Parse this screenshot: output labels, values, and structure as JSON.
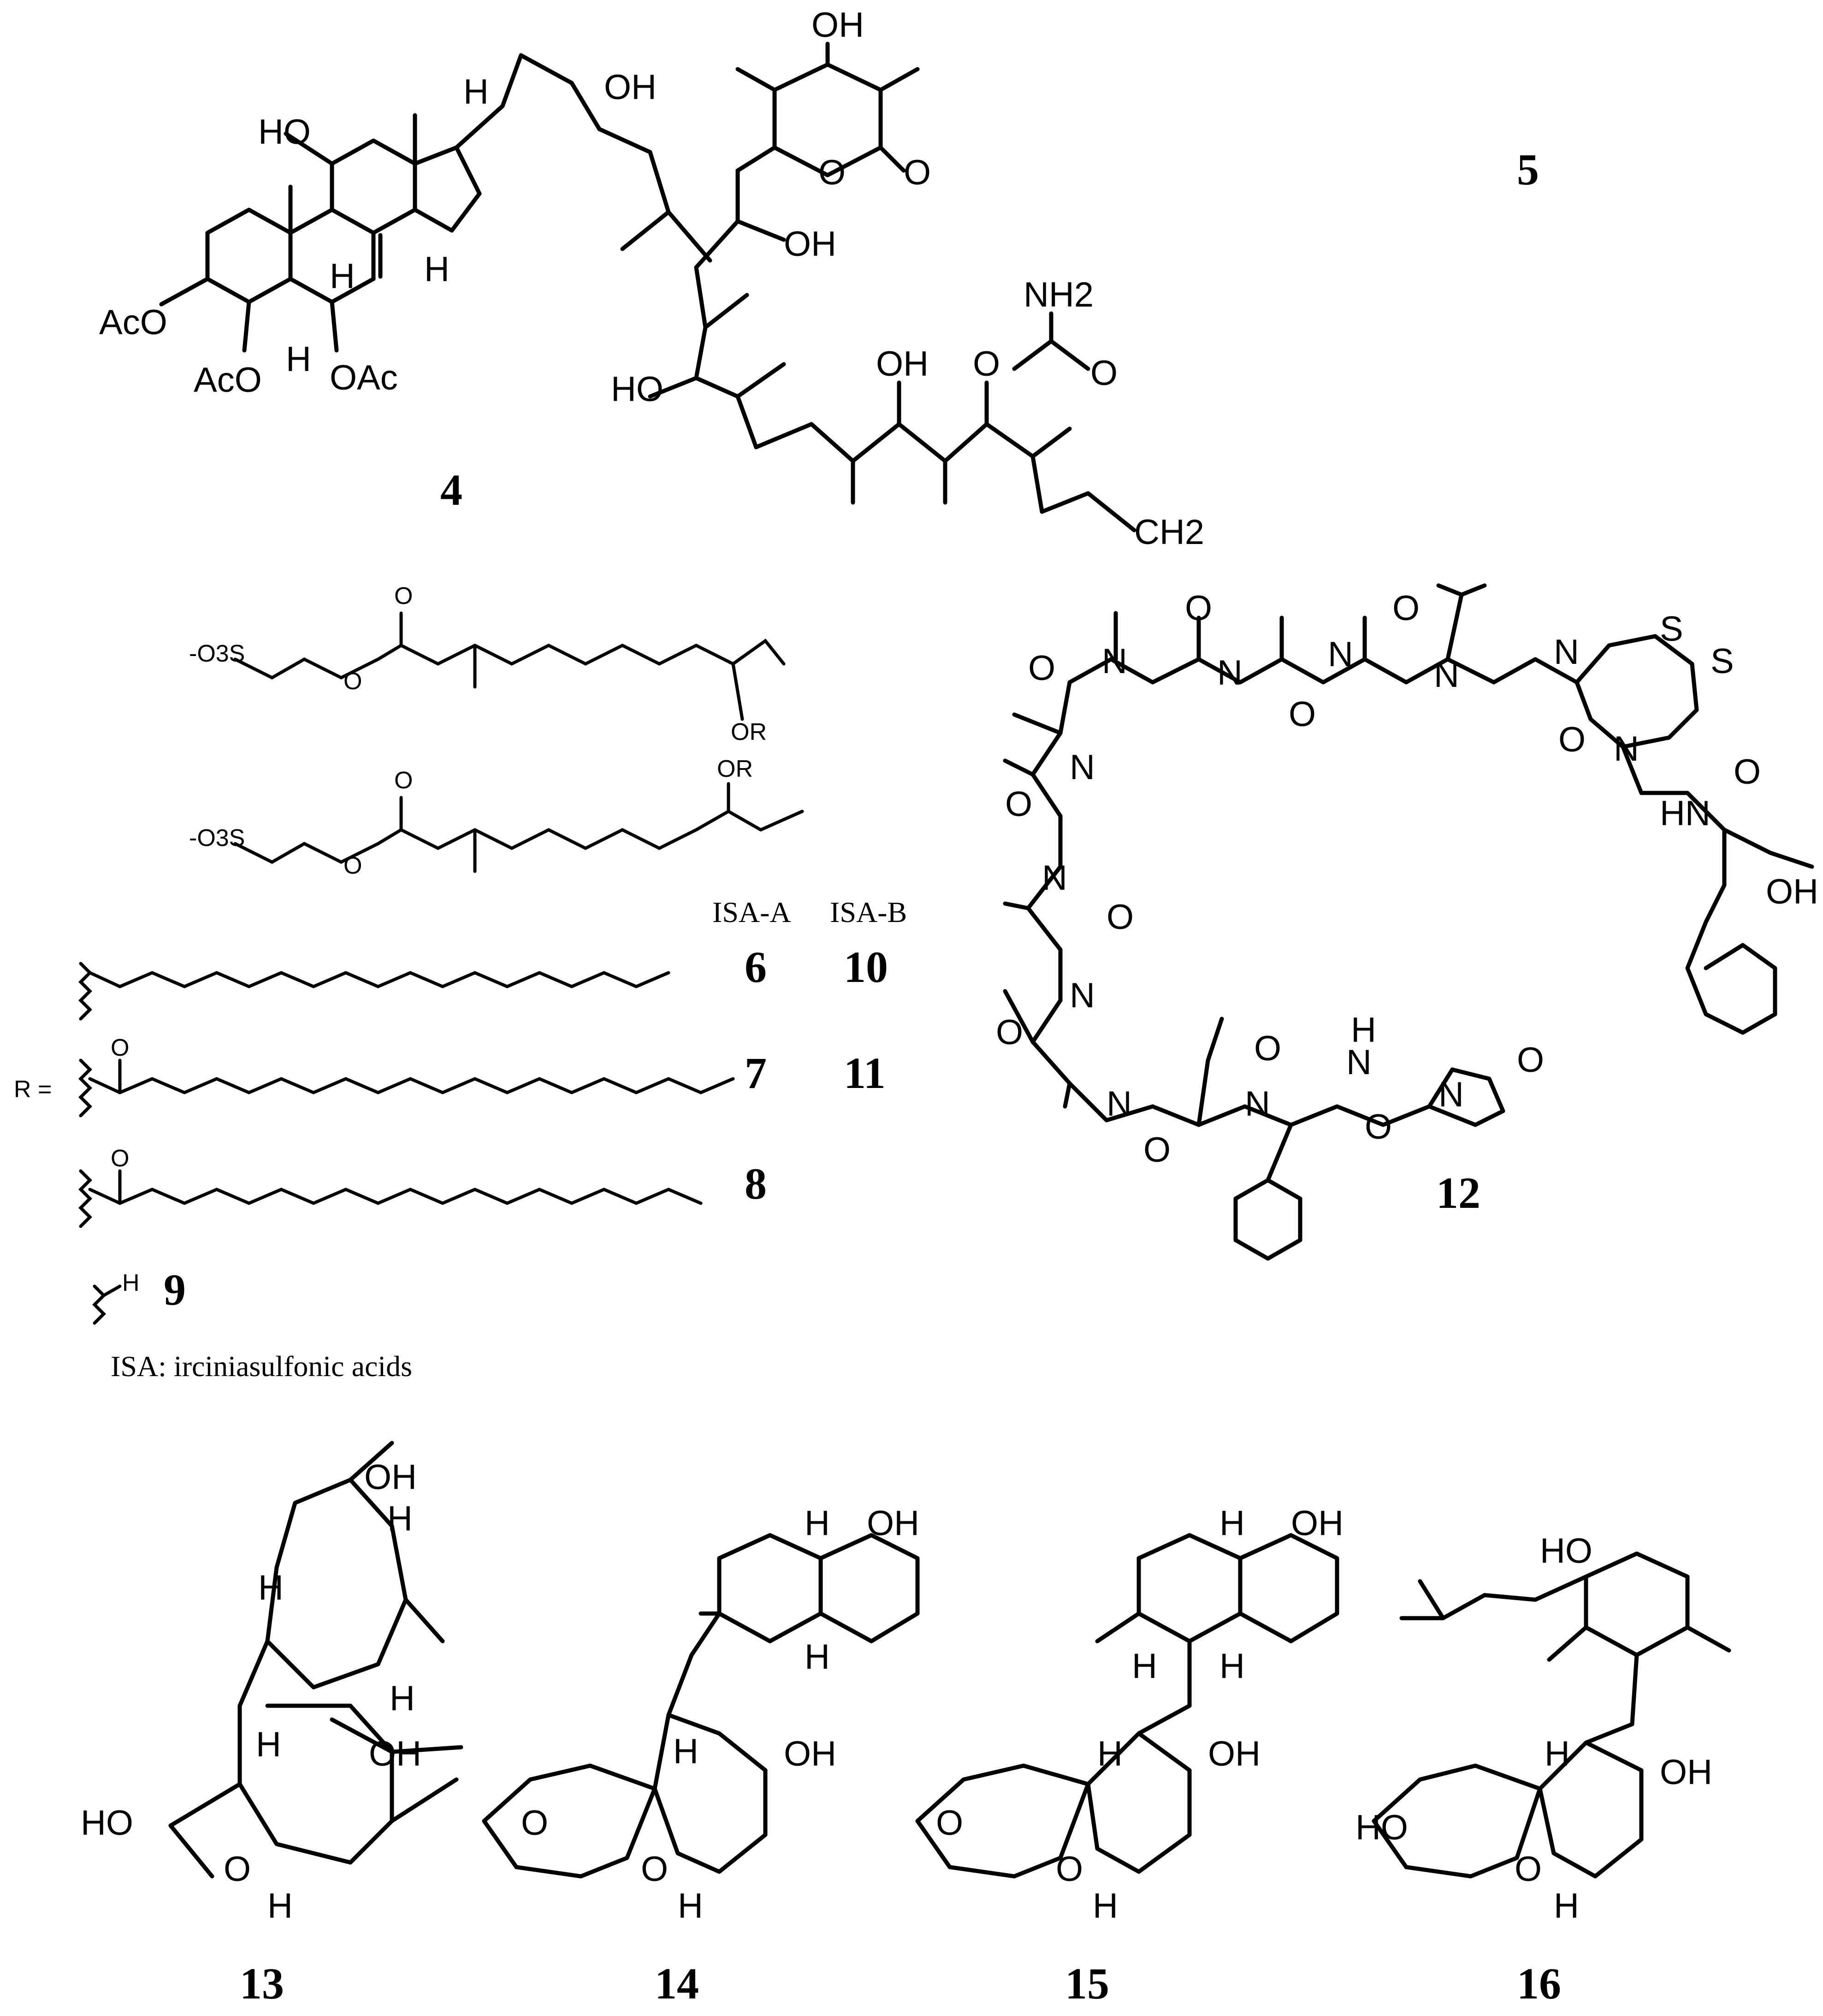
{
  "compounds": {
    "c4": {
      "number": "4",
      "labels": {
        "ho": "HO",
        "oh": "OH",
        "h_top": "H",
        "h_mid1": "H",
        "h_mid2": "H",
        "h_low": "H",
        "aco1": "AcO",
        "aco2": "AcO",
        "oac": "OAc"
      }
    },
    "c5": {
      "number": "5",
      "labels": {
        "oh_top": "OH",
        "o_ring": "O",
        "o_carbonyl": "O",
        "oh_mid": "OH",
        "ho_left": "HO",
        "oh_chain": "OH",
        "o_carb": "O",
        "o_carb2": "O",
        "nh2": "NH2",
        "ch2": "CH2"
      }
    },
    "c6_11": {
      "sulfonate_a": "-O3S",
      "sulfonate_b": "-O3S",
      "or_a": "OR",
      "or_b": "OR",
      "o_a": "O",
      "o_b": "O",
      "oo_a": "O",
      "oo_b": "O",
      "r_label": "R =",
      "col_a": "ISA-A",
      "col_b": "ISA-B",
      "rows": [
        {
          "a": "6",
          "b": "10"
        },
        {
          "a": "7",
          "b": "11"
        },
        {
          "a": "8",
          "b": ""
        }
      ],
      "r_o7": "O",
      "r_o8": "O",
      "r_h9": "H",
      "n9": "9",
      "footnote": "ISA: irciniasulfonic acids"
    },
    "c12": {
      "number": "12",
      "atoms": [
        "N",
        "O",
        "N",
        "O",
        "N",
        "O",
        "N",
        "O",
        "N",
        "S",
        "S",
        "O",
        "N",
        "O",
        "HN",
        "OH",
        "N",
        "O",
        "N",
        "O",
        "N",
        "O",
        "N",
        "O",
        "N",
        "O",
        "N",
        "O",
        "H",
        "N",
        "N",
        "O"
      ]
    },
    "c13": {
      "number": "13",
      "labels": {
        "oh1": "OH",
        "h1": "H",
        "h2": "H",
        "h3": "H",
        "h4": "H",
        "oh2": "OH",
        "ho": "HO",
        "o": "O",
        "h5": "H"
      }
    },
    "c14": {
      "number": "14",
      "labels": {
        "h1": "H",
        "oh1": "OH",
        "h2": "H",
        "h3": "H",
        "oh2": "OH",
        "o1": "O",
        "o2": "O",
        "h4": "H"
      }
    },
    "c15": {
      "number": "15",
      "labels": {
        "h1": "H",
        "oh1": "OH",
        "h2": "H",
        "h3": "H",
        "h4": "H",
        "oh2": "OH",
        "o1": "O",
        "o2": "O",
        "h5": "H"
      }
    },
    "c16": {
      "number": "16",
      "labels": {
        "ho1": "HO",
        "h1": "H",
        "oh": "OH",
        "ho2": "HO",
        "o": "O",
        "h2": "H"
      }
    }
  }
}
